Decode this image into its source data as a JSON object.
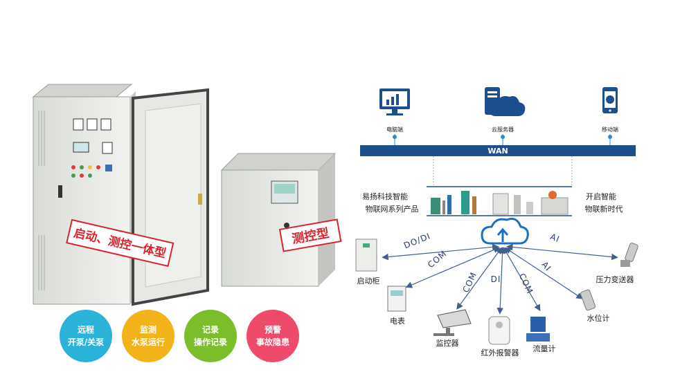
{
  "cabinet_labels": {
    "large": "启动、测控一体型",
    "small": "测控型"
  },
  "features": [
    {
      "line1": "远程",
      "line2": "开泵/关泵",
      "color": "#2ab2d8"
    },
    {
      "line1": "监测",
      "line2": "水泵运行",
      "color": "#f2b21a"
    },
    {
      "line1": "记录",
      "line2": "操作记录",
      "color": "#7cbd2c"
    },
    {
      "line1": "预警",
      "line2": "事故隐患",
      "color": "#ee4a6a"
    }
  ],
  "network": {
    "top_nodes": [
      "电脑端",
      "云服务器",
      "移动端"
    ],
    "bus_label": "WAN",
    "left_text": [
      "易扬科技智能",
      "物联网系列产品"
    ],
    "right_text": [
      "开启智能",
      "物联新时代"
    ]
  },
  "devices": [
    {
      "name": "启动柜",
      "protocol": "DO/DI"
    },
    {
      "name": "电表",
      "protocol": "COM"
    },
    {
      "name": "监控器",
      "protocol": "COM"
    },
    {
      "name": "红外报警器",
      "protocol": "DI"
    },
    {
      "name": "流量计",
      "protocol": "COM"
    },
    {
      "name": "水位计",
      "protocol": "AI"
    },
    {
      "name": "压力变送器",
      "protocol": "AI"
    }
  ],
  "colors": {
    "bus": "#1d4f8f",
    "arrow": "#3f5f8f",
    "stamp": "#d9232d",
    "cabinet": "#e9ece8"
  }
}
